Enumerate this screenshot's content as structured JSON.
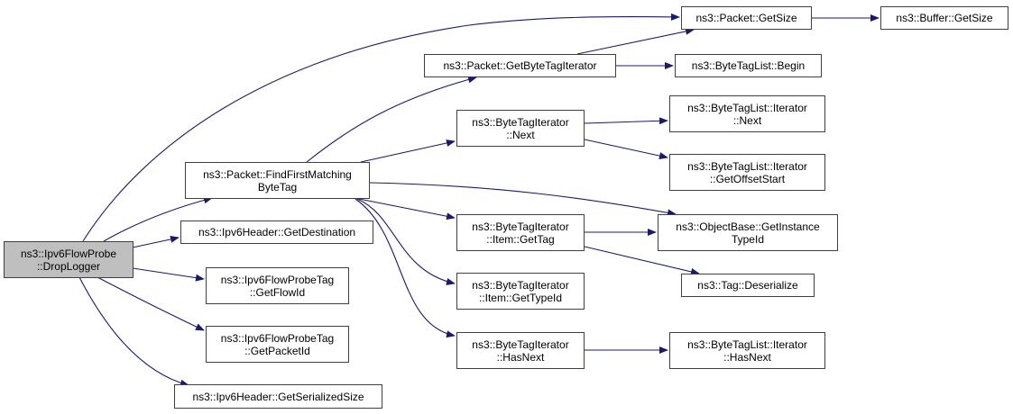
{
  "diagram": {
    "type": "call-graph",
    "edge_color": "#191970",
    "root_fill": "#bfbfbf",
    "nodes": [
      {
        "id": "droplogger",
        "label": "ns3::Ipv6FlowProbe\n::DropLogger",
        "root": true
      },
      {
        "id": "findfirst",
        "label": "ns3::Packet::FindFirstMatching\nByteTag"
      },
      {
        "id": "getdest",
        "label": "ns3::Ipv6Header::GetDestination"
      },
      {
        "id": "getflowid",
        "label": "ns3::Ipv6FlowProbeTag\n::GetFlowId"
      },
      {
        "id": "getpacketid",
        "label": "ns3::Ipv6FlowProbeTag\n::GetPacketId"
      },
      {
        "id": "getserialized",
        "label": "ns3::Ipv6Header::GetSerializedSize"
      },
      {
        "id": "packetgetsize",
        "label": "ns3::Packet::GetSize"
      },
      {
        "id": "buffergetsize",
        "label": "ns3::Buffer::GetSize"
      },
      {
        "id": "getbytetagiter",
        "label": "ns3::Packet::GetByteTagIterator"
      },
      {
        "id": "btlbegin",
        "label": "ns3::ByteTagList::Begin"
      },
      {
        "id": "btinext",
        "label": "ns3::ByteTagIterator\n::Next"
      },
      {
        "id": "btlinext",
        "label": "ns3::ByteTagList::Iterator\n::Next"
      },
      {
        "id": "btlioffset",
        "label": "ns3::ByteTagList::Iterator\n::GetOffsetStart"
      },
      {
        "id": "instancetypeid",
        "label": "ns3::ObjectBase::GetInstance\nTypeId"
      },
      {
        "id": "itemgettag",
        "label": "ns3::ByteTagIterator\n::Item::GetTag"
      },
      {
        "id": "itemgettypeid",
        "label": "ns3::ByteTagIterator\n::Item::GetTypeId"
      },
      {
        "id": "tagdeserialize",
        "label": "ns3::Tag::Deserialize"
      },
      {
        "id": "btihasnext",
        "label": "ns3::ByteTagIterator\n::HasNext"
      },
      {
        "id": "btlihasnext",
        "label": "ns3::ByteTagList::Iterator\n::HasNext"
      }
    ],
    "edges": [
      {
        "from": "droplogger",
        "to": "packetgetsize"
      },
      {
        "from": "droplogger",
        "to": "findfirst"
      },
      {
        "from": "droplogger",
        "to": "getdest"
      },
      {
        "from": "droplogger",
        "to": "getflowid"
      },
      {
        "from": "droplogger",
        "to": "getpacketid"
      },
      {
        "from": "droplogger",
        "to": "getserialized"
      },
      {
        "from": "findfirst",
        "to": "getbytetagiter"
      },
      {
        "from": "findfirst",
        "to": "btinext"
      },
      {
        "from": "findfirst",
        "to": "instancetypeid"
      },
      {
        "from": "findfirst",
        "to": "itemgettag"
      },
      {
        "from": "findfirst",
        "to": "itemgettypeid"
      },
      {
        "from": "findfirst",
        "to": "btihasnext"
      },
      {
        "from": "packetgetsize",
        "to": "buffergetsize"
      },
      {
        "from": "getbytetagiter",
        "to": "packetgetsize"
      },
      {
        "from": "getbytetagiter",
        "to": "btlbegin"
      },
      {
        "from": "btinext",
        "to": "btlinext"
      },
      {
        "from": "btinext",
        "to": "btlioffset"
      },
      {
        "from": "itemgettag",
        "to": "instancetypeid"
      },
      {
        "from": "itemgettag",
        "to": "tagdeserialize"
      },
      {
        "from": "btihasnext",
        "to": "btlihasnext"
      }
    ]
  }
}
